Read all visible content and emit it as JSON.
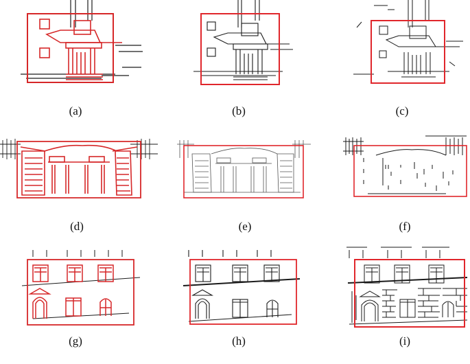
{
  "captions": {
    "a": "(a)",
    "b": "(b)",
    "c": "(c)",
    "d": "(d)",
    "e": "(e)",
    "f": "(f)",
    "g": "(g)",
    "h": "(h)",
    "i": "(i)"
  },
  "colors": {
    "box": "#e0262b",
    "line": "#1a1a1a",
    "red_line": "#d62728"
  }
}
